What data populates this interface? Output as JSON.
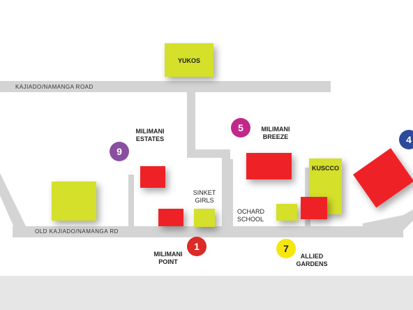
{
  "roads": {
    "top": "KAJIADO/NAMANGA ROAD",
    "bottom": "OLD KAJIADO/NAMANGA RD"
  },
  "places": {
    "yukos": "YUKOS",
    "milimani_estates": [
      "MILIMANI",
      "ESTATES"
    ],
    "milimani_breeze": [
      "MILIMANI",
      "BREEZE"
    ],
    "kuscco": "KUSCCO",
    "sinket_girls": [
      "SINKET",
      "GIRLS"
    ],
    "ochard_school": "OCHARD SCHOOL",
    "milimani_point": [
      "MILIMANI",
      "POINT"
    ],
    "allied_gardens": [
      "ALLIED",
      "GARDENS"
    ]
  },
  "badges": {
    "b9": "9",
    "b5": "5",
    "b1": "1",
    "b7": "7",
    "b4": "4"
  },
  "colors": {
    "road": "#d4d4d4",
    "footer": "#e6e6e6",
    "lime": "#d4e02a",
    "red": "#ee2227",
    "badge_purple": "#8a4ea0",
    "badge_magenta": "#c1288a",
    "badge_red": "#dc2a27",
    "badge_yellow": "#f6e610",
    "badge_blue": "#2b4a9c"
  }
}
